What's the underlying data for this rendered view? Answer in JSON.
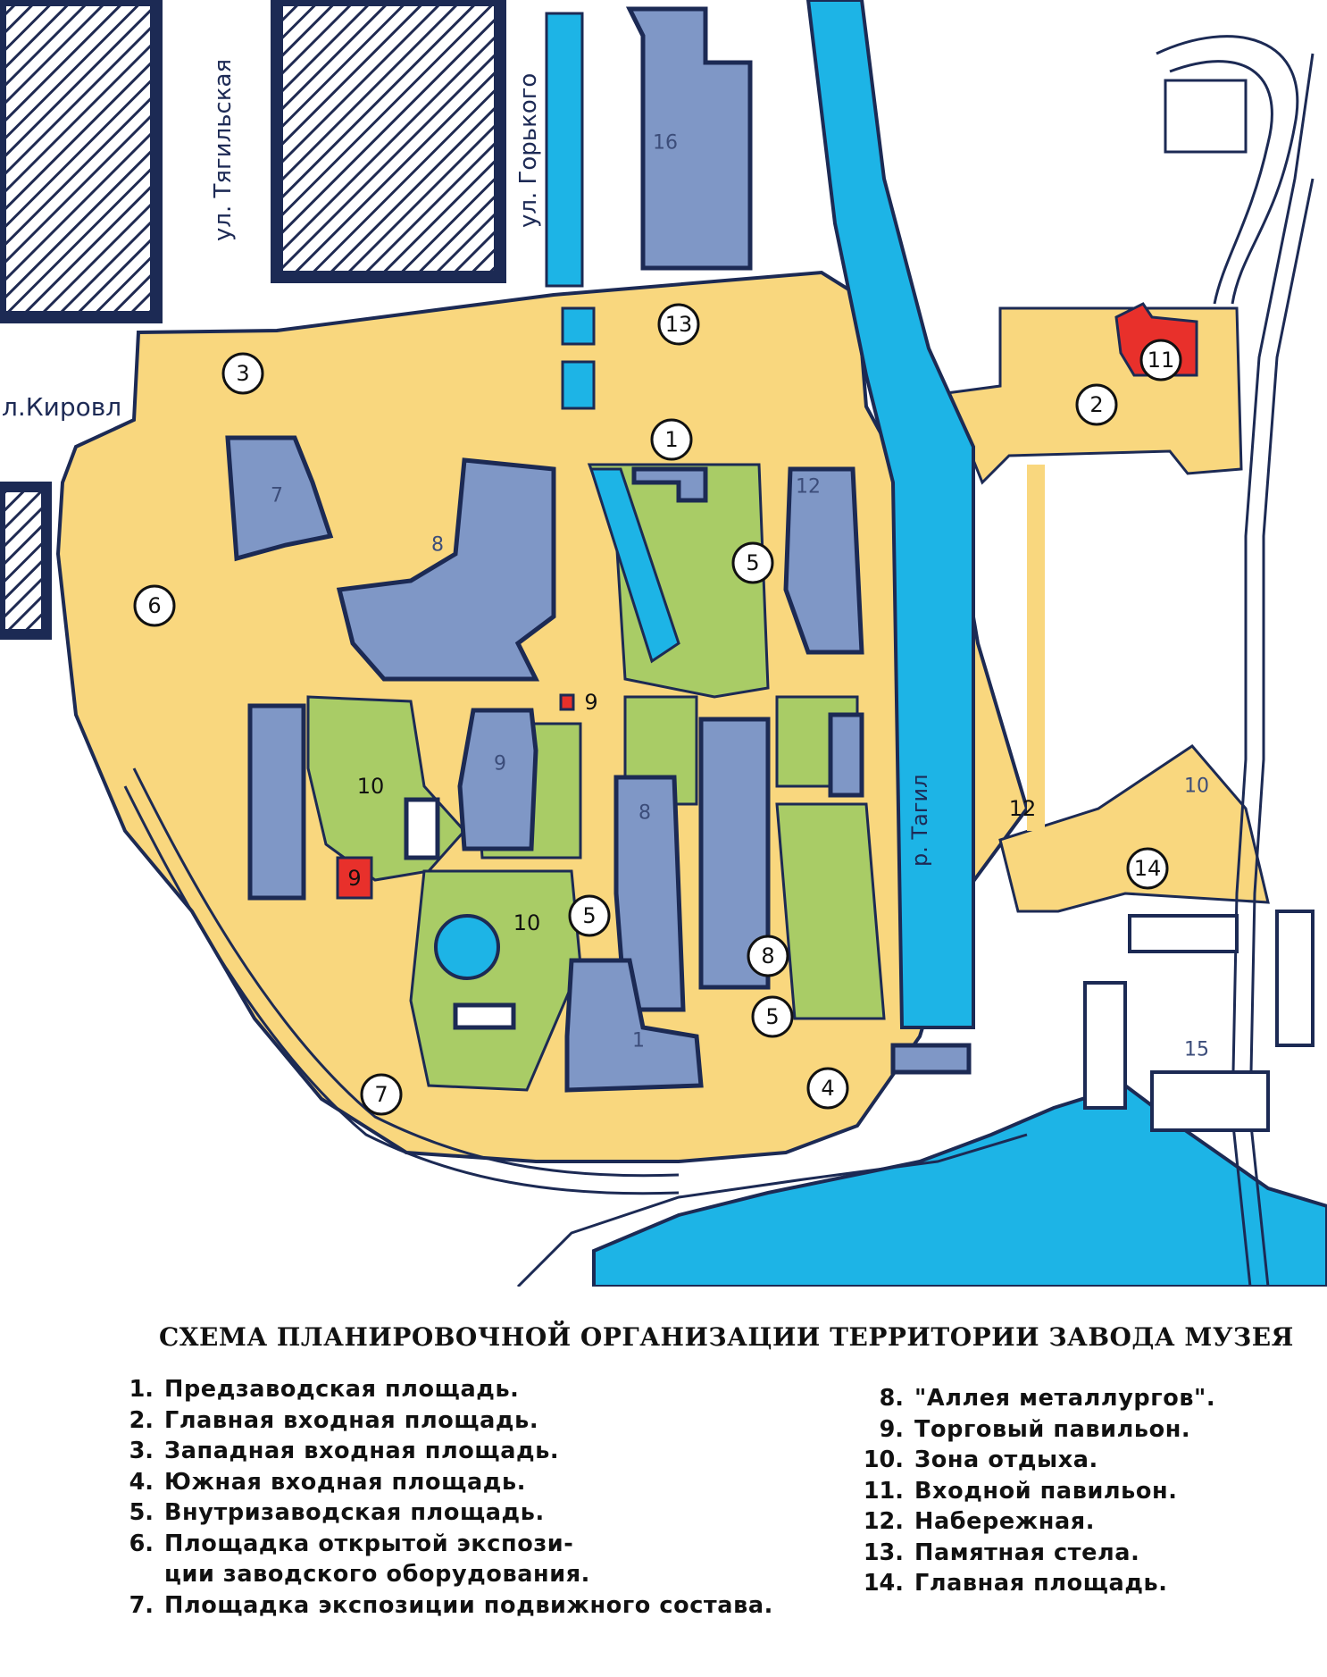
{
  "map": {
    "colors": {
      "plaza": "#f9d77e",
      "green": "#a9cc66",
      "water": "#1db4e6",
      "building": "#7f97c6",
      "outline": "#1c2a54",
      "pavilion": "#e8302b",
      "hatch_block": "#1f2a52"
    },
    "street_labels": [
      {
        "key": "tyagilskaya",
        "text": "ул. Тягильская"
      },
      {
        "key": "gorkogo",
        "text": "ул. Горького"
      },
      {
        "key": "kirova",
        "text": "л.Кировл"
      },
      {
        "key": "river",
        "text": "р. Тагил"
      }
    ],
    "markers": [
      "1",
      "2",
      "3",
      "4",
      "5",
      "5",
      "5",
      "6",
      "7",
      "8",
      "9",
      "9",
      "10",
      "10",
      "11",
      "12",
      "13",
      "14"
    ],
    "building_numbers": [
      "16",
      "12",
      "7",
      "8",
      "9",
      "8",
      "1",
      "15",
      "10"
    ]
  },
  "legend": {
    "title": "СХЕМА ПЛАНИРОВОЧНОЙ ОРГАНИЗАЦИИ ТЕРРИТОРИИ ЗАВОДА МУЗЕЯ",
    "left": [
      {
        "num": "1.",
        "text": "Предзаводская площадь."
      },
      {
        "num": "2.",
        "text": "Главная входная площадь."
      },
      {
        "num": "3.",
        "text": "Западная входная площадь."
      },
      {
        "num": "4.",
        "text": "Южная входная площадь."
      },
      {
        "num": "5.",
        "text": "Внутризаводская площадь."
      },
      {
        "num": "6.",
        "text": "Площадка открытой экспози-\nции заводского оборудования."
      },
      {
        "num": "7.",
        "text": "Площадка экспозиции подвижного состава."
      }
    ],
    "right": [
      {
        "num": "8.",
        "text": "\"Аллея металлургов\"."
      },
      {
        "num": "9.",
        "text": "Торговый павильон."
      },
      {
        "num": "10.",
        "text": "Зона отдыха."
      },
      {
        "num": "11.",
        "text": "Входной павильон."
      },
      {
        "num": "12.",
        "text": "Набережная."
      },
      {
        "num": "13.",
        "text": "Памятная стела."
      },
      {
        "num": "14.",
        "text": "Главная площадь."
      }
    ]
  }
}
